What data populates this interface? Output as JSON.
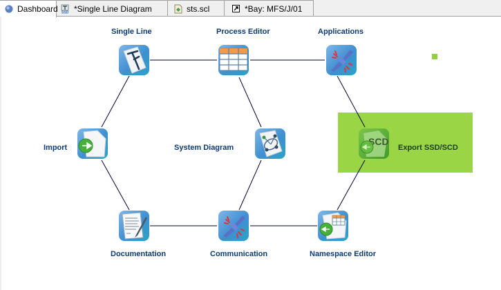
{
  "tabs": [
    {
      "label": "Dashboard",
      "icon": "dashboard-globe-icon",
      "active": true
    },
    {
      "label": "*Single Line Diagram",
      "icon": "ssd-icon",
      "active": false
    },
    {
      "label": "sts.scl",
      "icon": "scl-file-icon",
      "active": false
    },
    {
      "label": "*Bay: MFS/J/01",
      "icon": "bay-shortcut-icon",
      "active": false
    }
  ],
  "dashboard": {
    "nodes": {
      "single_line": {
        "label": "Single Line",
        "icon": "single-line-icon"
      },
      "process_editor": {
        "label": "Process Editor",
        "icon": "process-editor-icon"
      },
      "applications": {
        "label": "Applications",
        "icon": "applications-plug-icon"
      },
      "import": {
        "label": "Import",
        "icon": "import-icon"
      },
      "system_diagram": {
        "label": "System Diagram",
        "icon": "system-diagram-icon"
      },
      "export": {
        "label": "Export SSD/SCD",
        "icon": "export-scd-icon",
        "icon_text": "SCD",
        "highlighted": true
      },
      "documentation": {
        "label": "Documentation",
        "icon": "documentation-icon"
      },
      "communication": {
        "label": "Communication",
        "icon": "communication-plug-icon"
      },
      "namespace_editor": {
        "label": "Namespace Editor",
        "icon": "namespace-editor-icon"
      }
    },
    "colors": {
      "label": "#0d3a73",
      "highlight": "#99d545",
      "link": "#000033"
    }
  }
}
